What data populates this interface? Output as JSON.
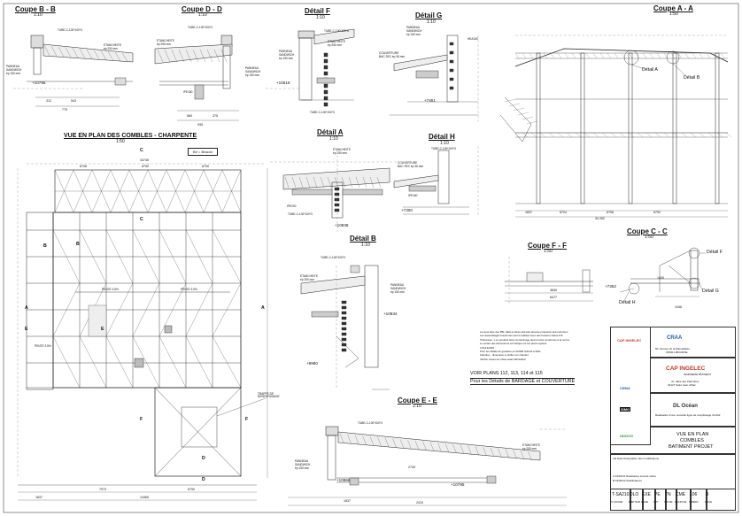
{
  "sheet": {
    "plan_title": "VUE EN PLAN DES COMBLES - CHARPENTE",
    "legend_box": "Bri  = Bracon",
    "note_box_line1": "VOIR PLANS 112, 113, 114 et 115",
    "note_box_line2": "Pour les Détails de BARDAGE et COUVERTURE",
    "pente_1": "PENTE 3.5%",
    "pente_2": "PENTE 3.5%",
    "pente_3": "PENTE 3.5%",
    "trappe": "TRAPPE DE DESENFUMAGE"
  },
  "views": [
    {
      "id": "coupe-bb",
      "title": "Coupe B - B",
      "scale": "1:10"
    },
    {
      "id": "coupe-dd",
      "title": "Coupe D - D",
      "scale": "1:10"
    },
    {
      "id": "detail-f",
      "title": "Détail F",
      "scale": "1:10"
    },
    {
      "id": "detail-g",
      "title": "Détail G",
      "scale": "1:10"
    },
    {
      "id": "coupe-aa",
      "title": "Coupe A - A",
      "scale": "1:50"
    },
    {
      "id": "detail-a",
      "title": "Détail A",
      "scale": "1:10"
    },
    {
      "id": "detail-h",
      "title": "Détail H",
      "scale": "1:10"
    },
    {
      "id": "detail-b",
      "title": "Détail B",
      "scale": "1:10"
    },
    {
      "id": "coupe-ff",
      "title": "Coupe F - F",
      "scale": "1:50"
    },
    {
      "id": "coupe-cc",
      "title": "Coupe C - C",
      "scale": "1:50"
    },
    {
      "id": "coupe-ee",
      "title": "Coupe E - E",
      "scale": "1:10"
    },
    {
      "id": "plan",
      "title": "",
      "scale": "1:50"
    }
  ],
  "levels": {
    "bb": "+10795",
    "f": "+10616",
    "g": "+7451",
    "a": "+10838",
    "h": "+7300",
    "b1": "+10834",
    "b2": "+9990",
    "ee1": "+10866",
    "ee2": "+10795",
    "cc": "+7352"
  },
  "labels": {
    "etancheite": "ETANCHEITE",
    "ep250": "ép 250 mm",
    "panneau": "PANNEAU",
    "sandwich": "SANDWICH",
    "ep150": "ép 150 mm",
    "tube": "TUBE-C-100*100*3",
    "couverture": "COUVERTURE",
    "bac": "BAC SEC ép 36 mm",
    "detail_a": "Détail A",
    "detail_b": "Détail B",
    "detail_f": "Détail F",
    "detail_g": "Détail G",
    "detail_h": "Détail H",
    "ipe160": "IPE160",
    "ipe200": "IPE200",
    "hea160": "HEA160"
  },
  "plan_marks": {
    "c": "C",
    "b": "B",
    "a": "A",
    "e": "E",
    "f": "F",
    "d": "D",
    "a2": "A",
    "e2": "E",
    "b2": "B",
    "f2": "F"
  },
  "dims": {
    "plan_top": "34745",
    "plan_mid1": "6706",
    "plan_mid2": "6700",
    "plan_mid3": "6700",
    "plan_bot1": "7973",
    "plan_bot2": "6790",
    "plan_bot3": "14365",
    "plan_bot4": "1837",
    "aa_bot1": "1837",
    "aa_bot2": "6724",
    "aa_bot3": "6706",
    "aa_bot4": "6792",
    "aa_total": "34 262",
    "bb_1": "312",
    "bb_2": "543",
    "bb_3": "775",
    "dd_1": "560",
    "dd_2": "375",
    "dd_3": "935",
    "ff_1": "3640",
    "ff_2": "6477",
    "cc_1": "1400",
    "cc_2": "1046",
    "ee_1": "1837",
    "ee_2": "2410",
    "ee_3": "2749"
  },
  "notes_block": [
    "La sous-face des IPE, HEA et tubes doit être lasurée protection anti-corrosion",
    "Les assemblages boulonnés seront réalisés avec des boulons classe 8.8",
    "Tolérances : Les produits issus du laminage devront être conformes à la norme",
    "Le tenant des dimensions est indiqué sur les plans repérés",
    "COULEURS :",
    "Pour les détails de gouttière en ACIER GALVA et RAL",
    "Attention : dimension à vérifier sur chantier",
    "Vérifier toutes les côtes avant fabrication"
  ],
  "title_block": {
    "client_logo": "CAP INGELEC",
    "company": "CAP INGELEC",
    "company_sub": "INGÉNIERIE BÂTIMENT",
    "company_addr1": "47, Allée des Palombes",
    "company_addr2": "33127 Saint Jean d'Illac",
    "owner_logo": "CRAA",
    "owner_addr1": "50, Avenue de la Marseillaise",
    "owner_addr2": "33500 LIBOURNE",
    "partner": "DL Océan",
    "partner_note": "Réalisation d'une nouvelle ligne de remplissage OLA02",
    "sheet_title1": "VUE EN PLAN",
    "sheet_title2": "COMBLES",
    "sheet_title3": "BATIMENT PROJET",
    "rev_header": "Ind  Date  Désignation des modifications",
    "rev_a": "A  19/04/22  Réalisation suivant indice",
    "rev_b": "B  19/05/22  Modifications",
    "code_cells": [
      "T-SA2102",
      "DLO",
      "EXE",
      "PE",
      "TN",
      "CME",
      "106",
      "B"
    ],
    "code_labels": [
      "N° AFFAIRE",
      "ÉMETTEUR",
      "PHASE",
      "CNT",
      "NATURE",
      "DISCIPLINE",
      "NUMÉRO",
      "INDICE"
    ],
    "logo_a": "CEMA",
    "logo_b": "SIMO",
    "logo_c": "ODOVO"
  }
}
